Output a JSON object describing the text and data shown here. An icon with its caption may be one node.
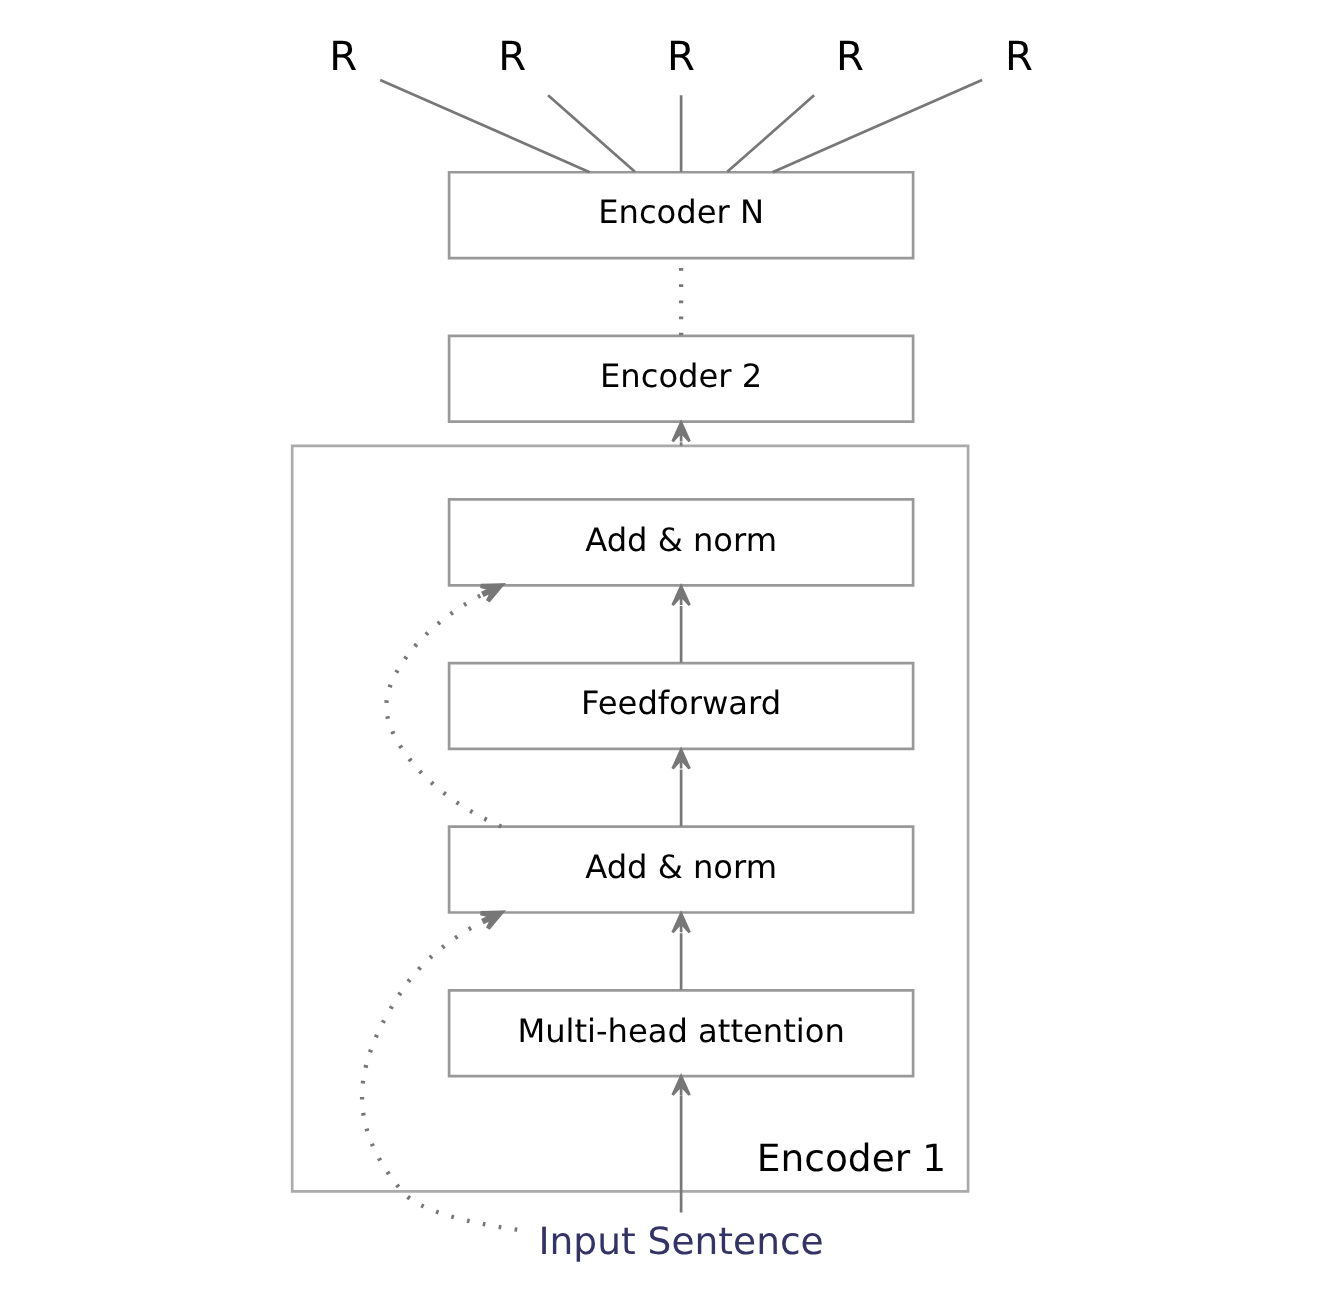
{
  "diagram": {
    "nodes": [
      {
        "text": [
          "R"
        ]
      },
      {
        "text": [
          "R"
        ]
      },
      {
        "text": [
          "R"
        ]
      },
      {
        "text": [
          "R"
        ]
      },
      {
        "text": [
          "R"
        ]
      },
      {
        "text": [
          "Encoder N"
        ]
      },
      {
        "text": [
          "Encoder 2"
        ]
      },
      {
        "text": [
          "Encoder 1"
        ]
      },
      {
        "text": [
          "Add & norm"
        ],
        "in": 7
      },
      {
        "text": [
          "Feedforward"
        ],
        "in": 7
      },
      {
        "text": [
          "Add & norm"
        ],
        "in": 7
      },
      {
        "text": [
          "Multi-head attention"
        ],
        "in": 7
      },
      {
        "text": [
          "Input Sentence"
        ]
      }
    ],
    "edges": [
      {
        "from": 5,
        "to": 0,
        "arrow": "none"
      },
      {
        "from": 5,
        "to": 1,
        "arrow": "none"
      },
      {
        "from": 5,
        "to": 2,
        "arrow": "none"
      },
      {
        "from": 5,
        "to": 3,
        "arrow": "none"
      },
      {
        "from": 5,
        "to": 4,
        "arrow": "none"
      },
      {
        "from": 6,
        "to": 5,
        "arrow": "none",
        "style": "dashed"
      },
      {
        "from": 7,
        "to": 6,
        "arrow": "to"
      },
      {
        "from": 9,
        "to": 8,
        "arrow": "to"
      },
      {
        "from": 10,
        "to": 9,
        "arrow": "to"
      },
      {
        "from": 11,
        "to": 10,
        "arrow": "to"
      },
      {
        "from": 12,
        "to": 11,
        "arrow": "to"
      },
      {
        "from": 12,
        "to": 10,
        "arrow": "to",
        "style": "dashed"
      },
      {
        "from": 10,
        "to": 8,
        "arrow": "to",
        "style": "dashed"
      }
    ]
  }
}
